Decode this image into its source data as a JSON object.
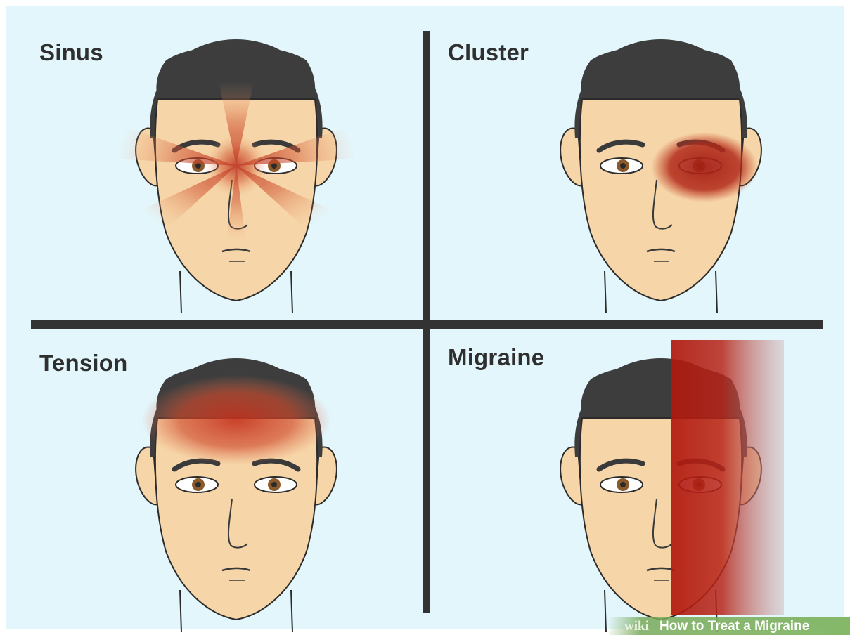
{
  "panels": [
    {
      "label": "Sinus"
    },
    {
      "label": "Cluster"
    },
    {
      "label": "Tension"
    },
    {
      "label": "Migraine"
    }
  ],
  "watermark": {
    "brand": "wiki",
    "title": "How to Treat a Migraine"
  },
  "colors": {
    "background": "#e3f6fb",
    "divider": "#333333",
    "skin": "#f6d6a8",
    "hair": "#3d3d3d",
    "pain": "#b22a1a"
  }
}
